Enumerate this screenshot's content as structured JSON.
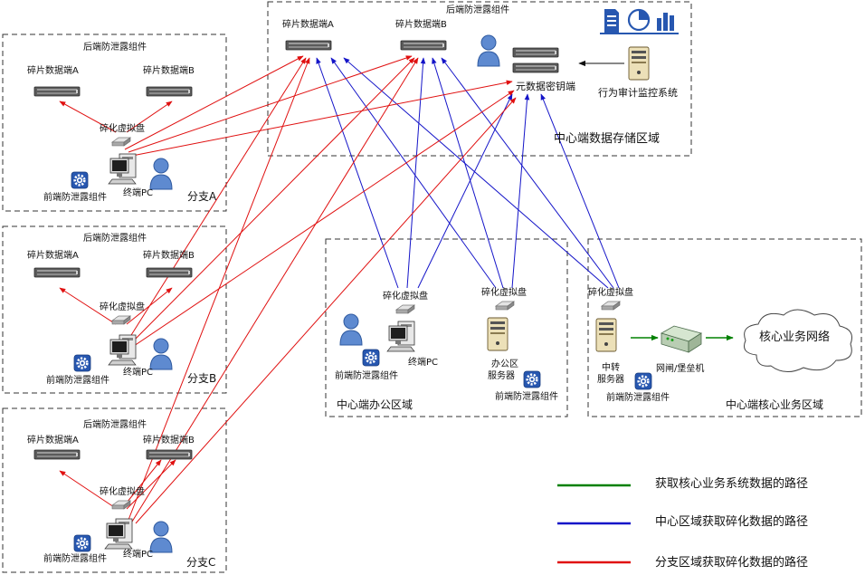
{
  "colors": {
    "green_path": "#008000",
    "blue_path": "#1414c8",
    "red_path": "#e01010",
    "icon_blue": "#2757b0"
  },
  "central_storage": {
    "title": "后端防泄露组件",
    "shard_a": "碎片数据端A",
    "shard_b": "碎片数据端B",
    "key_server": "元数据密钥端",
    "audit": "行为审计监控系统",
    "region": "中心端数据存储区域"
  },
  "branches": [
    {
      "backend": "后端防泄露组件",
      "shard_a": "碎片数据端A",
      "shard_b": "碎片数据端B",
      "vdisk": "碎化虚拟盘",
      "frontend": "前端防泄露组件",
      "pc": "终端PC",
      "name": "分支A"
    },
    {
      "backend": "后端防泄露组件",
      "shard_a": "碎片数据端A",
      "shard_b": "碎片数据端B",
      "vdisk": "碎化虚拟盘",
      "frontend": "前端防泄露组件",
      "pc": "终端PC",
      "name": "分支B"
    },
    {
      "backend": "后端防泄露组件",
      "shard_a": "碎片数据端A",
      "shard_b": "碎片数据端B",
      "vdisk": "碎化虚拟盘",
      "frontend": "前端防泄露组件",
      "pc": "终端PC",
      "name": "分支C"
    }
  ],
  "office": {
    "vdisk_pc": "碎化虚拟盘",
    "pc": "终端PC",
    "frontend_pc": "前端防泄露组件",
    "vdisk_server": "碎化虚拟盘",
    "server_line1": "办公区",
    "server_line2": "服务器",
    "frontend_server": "前端防泄露组件",
    "region": "中心端办公区域"
  },
  "core": {
    "vdisk": "碎化虚拟盘",
    "relay_line1": "中转",
    "relay_line2": "服务器",
    "gateway": "网闸/堡垒机",
    "frontend": "前端防泄露组件",
    "cloud": "核心业务网络",
    "region": "中心端核心业务区域"
  },
  "legend": {
    "green": "获取核心业务系统数据的路径",
    "blue": "中心区域获取碎化数据的路径",
    "red": "分支区域获取碎化数据的路径"
  }
}
